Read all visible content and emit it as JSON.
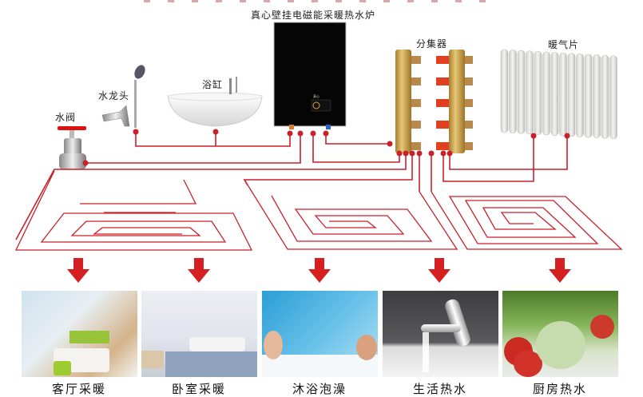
{
  "header": {
    "cropped_title_visible": true
  },
  "colors": {
    "pipe_red": "#c9202a",
    "boiler_black": "#050505",
    "brass": "#c9a552",
    "radiator": "#e8e8e6"
  },
  "components": {
    "boiler_label": "真心壁挂电磁能采暖热水炉",
    "manifold_label": "分集器",
    "radiator_label": "暖气片",
    "bathtub_label": "浴缸",
    "faucet_label": "水龙头",
    "valve_label": "水阀"
  },
  "zones": [
    {
      "name": "floor-heating-loop-1"
    },
    {
      "name": "floor-heating-loop-2"
    },
    {
      "name": "floor-heating-loop-3"
    }
  ],
  "applications": [
    {
      "label": "客厅采暖",
      "image": "living-room-photo"
    },
    {
      "label": "卧室采暖",
      "image": "bedroom-photo"
    },
    {
      "label": "沐浴泡澡",
      "image": "bath-photo"
    },
    {
      "label": "生活热水",
      "image": "faucet-photo"
    },
    {
      "label": "厨房热水",
      "image": "vegetables-photo"
    }
  ]
}
